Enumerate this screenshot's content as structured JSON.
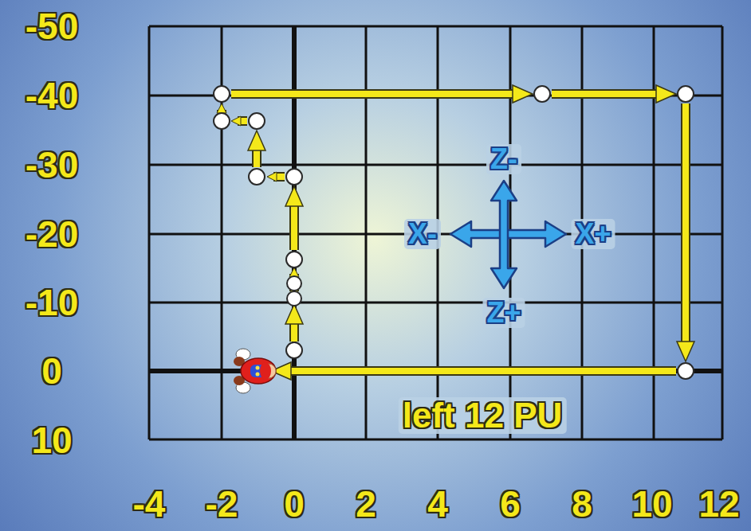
{
  "diagram": {
    "labels": [
      "-50",
      "-40",
      "-30",
      "-20",
      "-10",
      "0",
      "10",
      "-4",
      "-2",
      "0",
      "2",
      "4",
      "6",
      "8",
      "10",
      "12",
      "Z-",
      "X-",
      "X+",
      "Z+",
      "left 12 PU"
    ]
  }
}
